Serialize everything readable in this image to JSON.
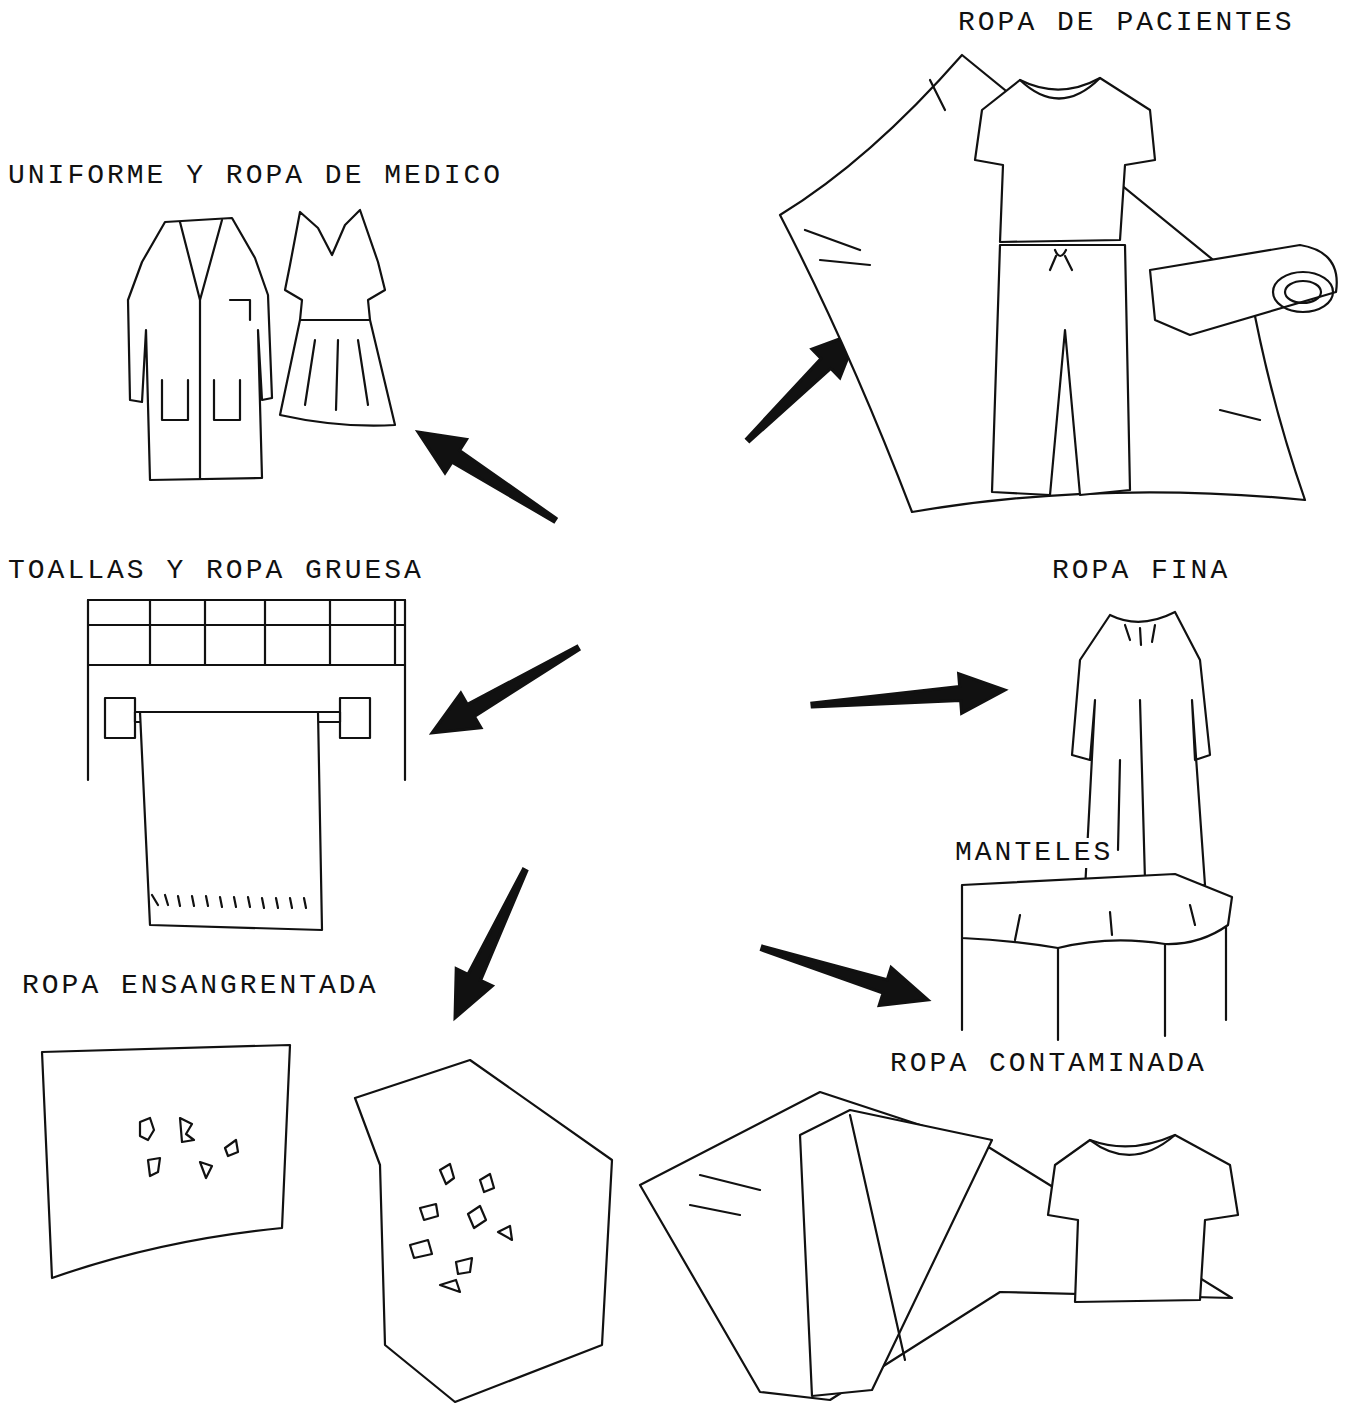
{
  "diagram": {
    "labels": [
      "ROPA DE PACIENTES",
      "UNIFORME Y ROPA DE MEDICO",
      "TOALLAS Y ROPA GRUESA",
      "ROPA FINA",
      "MANTELES",
      "ROPA ENSANGRENTADA",
      "ROPA CONTAMINADA"
    ]
  }
}
